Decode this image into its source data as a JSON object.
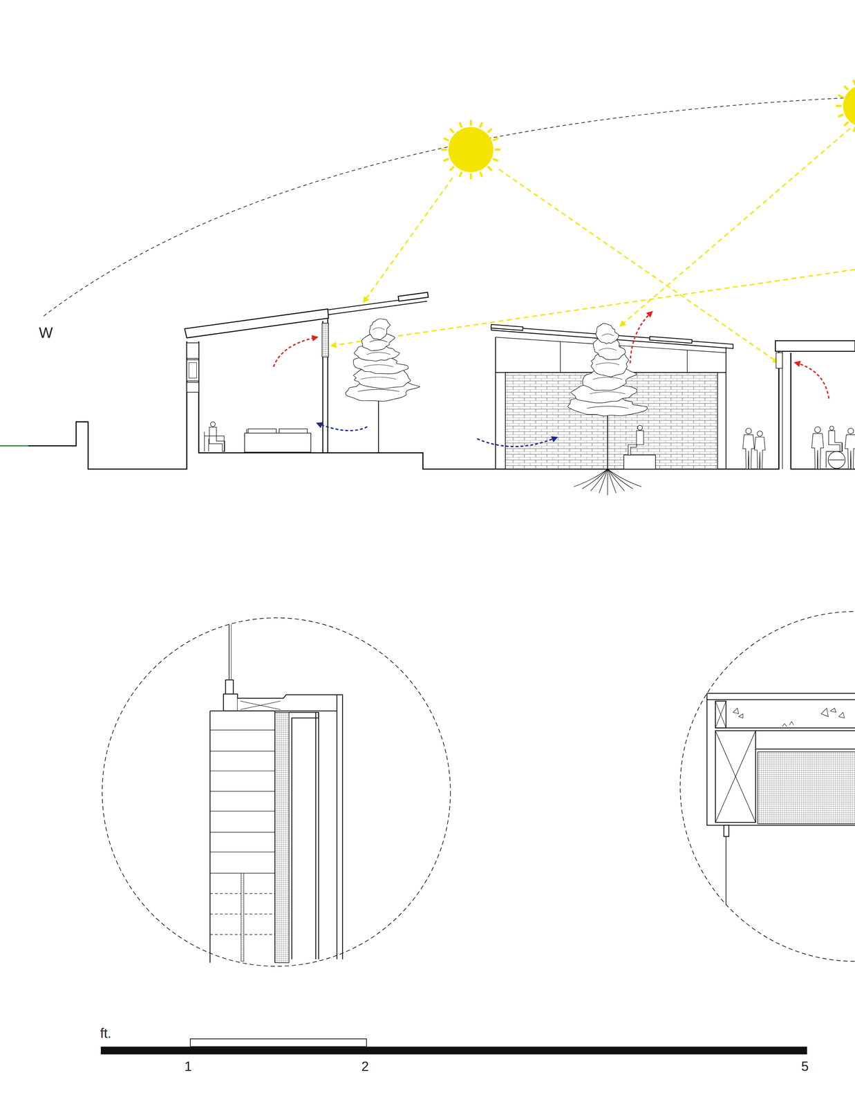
{
  "diagram": {
    "labels": [
      "W",
      "ft.",
      "1",
      "2",
      "5"
    ]
  }
}
